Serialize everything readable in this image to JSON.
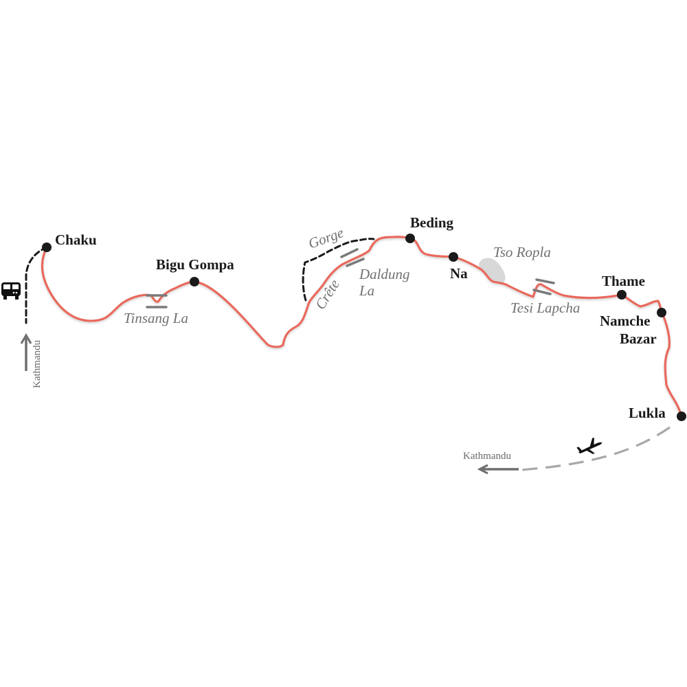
{
  "title": "Trek route map: Chaku to Lukla",
  "towns": [
    {
      "id": "chaku",
      "name": "Chaku"
    },
    {
      "id": "bigu-gompa",
      "name": "Bigu Gompa"
    },
    {
      "id": "beding",
      "name": "Beding"
    },
    {
      "id": "na",
      "name": "Na"
    },
    {
      "id": "thame",
      "name": "Thame"
    },
    {
      "id": "namche-bazar",
      "name_line1": "Namche",
      "name_line2": "Bazar"
    },
    {
      "id": "lukla",
      "name": "Lukla"
    }
  ],
  "passes": {
    "tinsang_la": "Tinsang La",
    "daldung_la_line1": "Daldung",
    "daldung_la_line2": "La",
    "tesi_lapcha": "Tesi Lapcha"
  },
  "variants": {
    "gorge": "Gorge",
    "crete": "Crête"
  },
  "lakes": {
    "tso_ropla": "Tso Ropla"
  },
  "transport": {
    "start_from": "Kathmandu",
    "start_mode": "bus-icon",
    "end_to": "Kathmandu",
    "end_mode": "plane-icon"
  },
  "colors": {
    "route": "#e8695c",
    "town_dot": "#1a1a1a",
    "pass_label": "#707070",
    "flight_line": "#a8a8a8",
    "lake": "#d8d8d8"
  }
}
